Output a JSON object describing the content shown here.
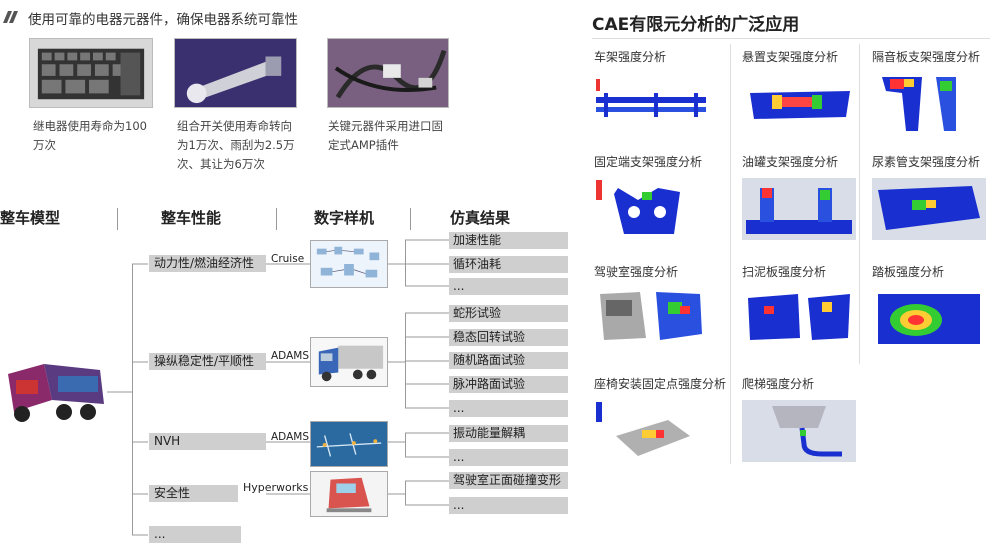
{
  "reliability": {
    "title": "使用可靠的电器元器件，确保电器系统可靠性",
    "items": [
      {
        "caption": "继电器使用寿命为100万次"
      },
      {
        "caption": "组合开关使用寿命转向为1万次、雨刮为2.5万次、其让为6万次"
      },
      {
        "caption": "关键元器件采用进口固定式AMP插件"
      }
    ]
  },
  "flow": {
    "headers": [
      "整车模型",
      "整车性能",
      "数字样机",
      "仿真结果"
    ],
    "performance": [
      {
        "label": "动力性/燃油经济性",
        "tool": "Cruise",
        "results": [
          "加速性能",
          "循环油耗",
          "..."
        ]
      },
      {
        "label": "操纵稳定性/平顺性",
        "tool": "ADAMS",
        "results": [
          "蛇形试验",
          "稳态回转试验",
          "随机路面试验",
          "脉冲路面试验",
          "..."
        ]
      },
      {
        "label": "NVH",
        "tool": "ADAMS",
        "results": [
          "振动能量解耦",
          "..."
        ]
      },
      {
        "label": "安全性",
        "tool": "Hyperworks",
        "results": [
          "驾驶室正面碰撞变形",
          "..."
        ]
      },
      {
        "label": "...",
        "tool": "",
        "results": []
      }
    ]
  },
  "cae": {
    "title": "CAE有限元分析的广泛应用",
    "items": [
      "车架强度分析",
      "悬置支架强度分析",
      "隔音板支架强度分析",
      "固定端支架强度分析",
      "油罐支架强度分析",
      "尿素管支架强度分析",
      "驾驶室强度分析",
      "扫泥板强度分析",
      "踏板强度分析",
      "座椅安装固定点强度分析",
      "爬梯强度分析"
    ]
  },
  "colors": {
    "box_gray": "#cfcfcf",
    "line_gray": "#999999",
    "fea_blue": "#1a2fd0"
  }
}
